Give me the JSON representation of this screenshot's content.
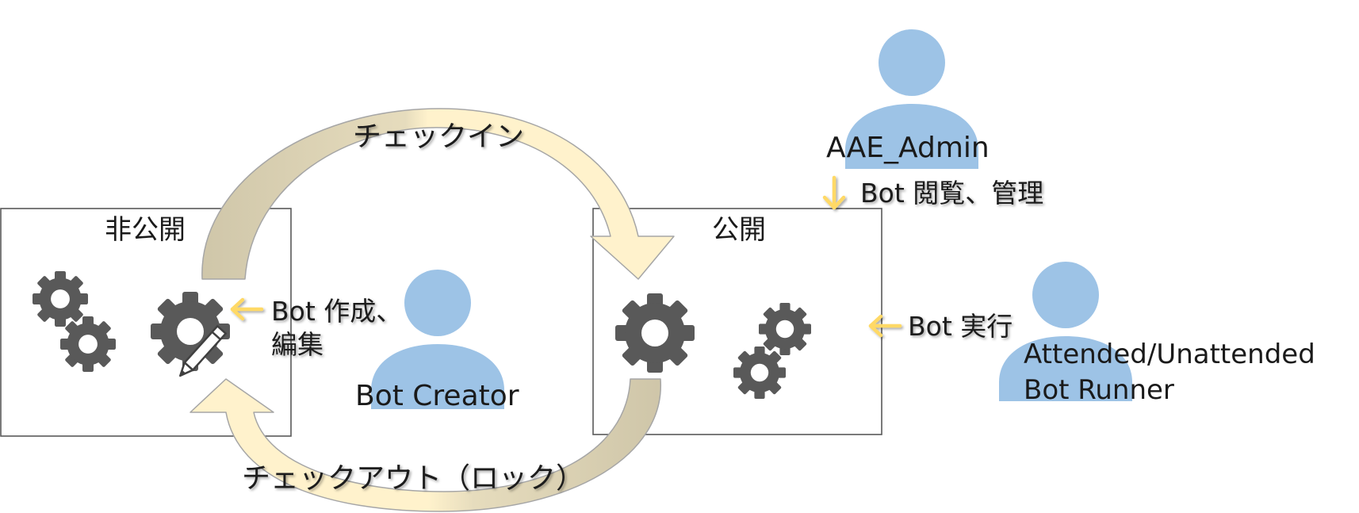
{
  "private_box": {
    "title": "非公開"
  },
  "public_box": {
    "title": "公開"
  },
  "checkin": {
    "label": "チェックイン"
  },
  "checkout": {
    "label": "チェックアウト（ロック）"
  },
  "creator": {
    "role_label": "Bot Creator",
    "action_line1": "Bot 作成、",
    "action_line2": "編集"
  },
  "admin": {
    "role_label": "AAE_Admin",
    "action_label": "Bot 閲覧、管理"
  },
  "runner": {
    "role_line1": "Attended/Unattended",
    "role_line2": "Bot Runner",
    "action_label": "Bot 実行"
  },
  "colors": {
    "person": "#9dc3e6",
    "gear": "#595959",
    "arrow_tan": "#cfc6a9",
    "arrow_cream": "#fff2cc",
    "arrow_outline": "#a6a6a6",
    "small_arrow": "#ffd966",
    "box_border": "#595959"
  },
  "icons": {
    "gear": "gear-icon",
    "pencil": "pencil-icon",
    "person": "person-icon",
    "arrow_left": "arrow-left-icon",
    "arrow_down": "arrow-down-icon"
  }
}
